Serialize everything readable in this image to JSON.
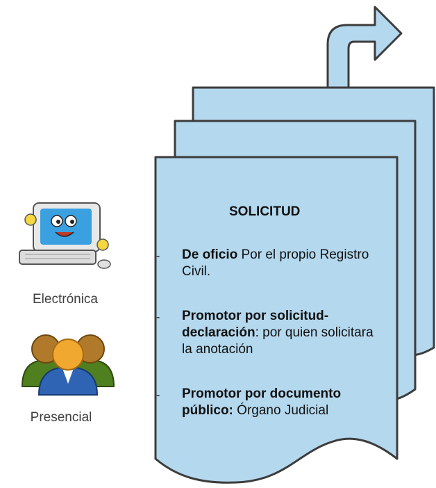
{
  "channels": {
    "electronic_label": "Electrónica",
    "presencial_label": "Presencial"
  },
  "document": {
    "title": "SOLICITUD",
    "items": [
      {
        "bold": "De oficio",
        "rest": " Por el propio Registro Civil."
      },
      {
        "bold": " Promotor por solicitud-declaración",
        "rest": ": por quien solicitara la anotación"
      },
      {
        "bold": "Promotor por documento público:",
        "rest": " Órgano Judicial"
      }
    ]
  },
  "colors": {
    "doc_fill": "#b4d8ee",
    "doc_stroke": "#3c3c3c",
    "arrow_fill": "#b4d8ee"
  },
  "icons": [
    "computer-mascot-icon",
    "people-icon",
    "curved-arrow-icon"
  ]
}
